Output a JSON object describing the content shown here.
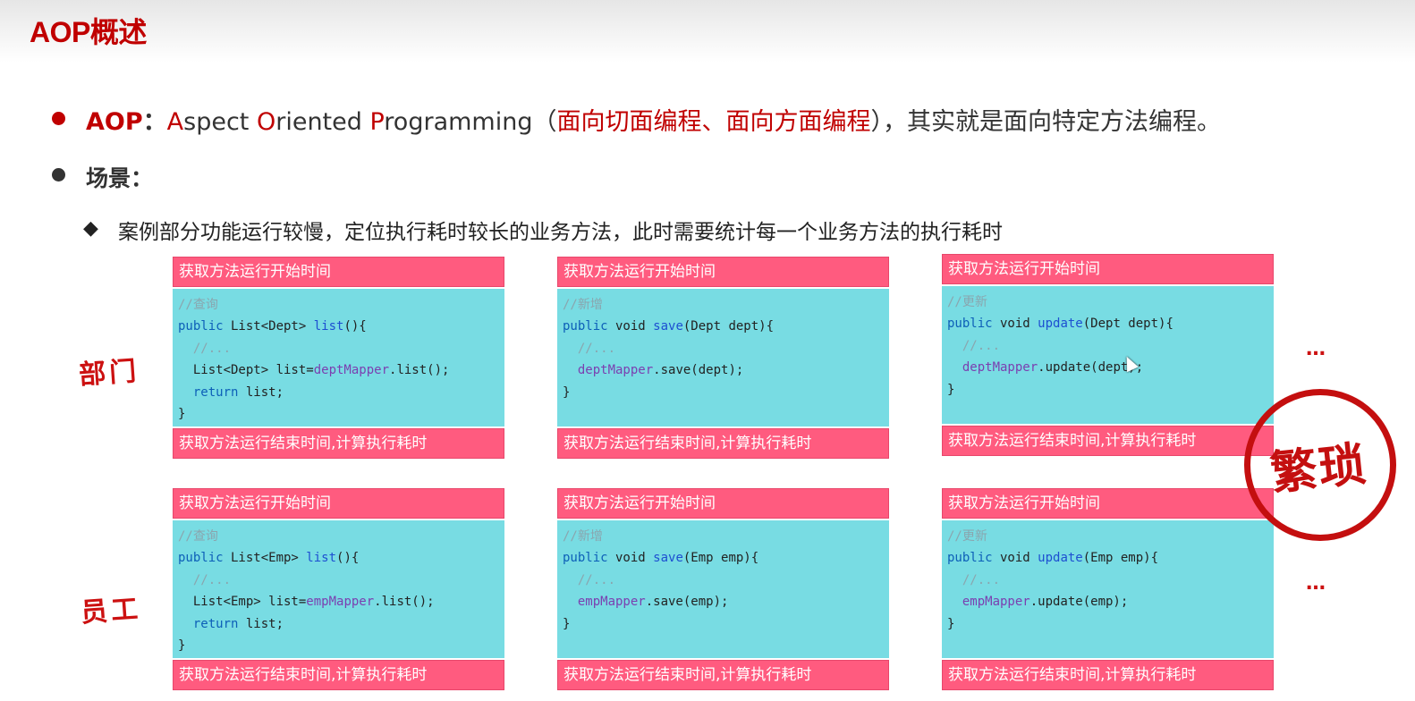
{
  "slide": {
    "title": "AOP概述",
    "bullet1": {
      "term": "AOP",
      "colon": "：",
      "a": "A",
      "a_rest": "spect ",
      "o": "O",
      "o_rest": "riented ",
      "p": "P",
      "p_rest": "rogramming",
      "paren_open": "（",
      "paren_text": "面向切面编程、面向方面编程",
      "paren_close": "）",
      "tail": "，其实就是面向特定方法编程。"
    },
    "bullet2": "场景：",
    "sub_bullet_marker": "◆",
    "sub_bullet": "案例部分功能运行较慢，定位执行耗时较长的业务方法，此时需要统计每一个业务方法的执行耗时"
  },
  "labels": {
    "dept": "部门",
    "emp": "员工",
    "ellipsis": "…",
    "stamp": "繁琐"
  },
  "card_header": "获取方法运行开始时间",
  "card_footer": "获取方法运行结束时间,计算执行耗时",
  "cards": {
    "dept_list": {
      "comment": "//查询",
      "l2_kw": "public",
      "l2_type": " List<Dept> ",
      "l2_fn": "list",
      "l2_rest": "(){",
      "l3": "  //...",
      "l4_a": "  List<Dept> list=",
      "l4_obj": "deptMapper",
      "l4_b": ".list();",
      "l5_kw": "  return",
      "l5_rest": " list;",
      "l6": "}"
    },
    "dept_save": {
      "comment": "//新增",
      "l2_kw": "public",
      "l2_type": " void ",
      "l2_fn": "save",
      "l2_rest": "(Dept dept){",
      "l3": "  //...",
      "l4_obj": "  deptMapper",
      "l4_b": ".save(dept);",
      "l5": "}"
    },
    "dept_update": {
      "comment": "//更新",
      "l2_kw": "public",
      "l2_type": " void ",
      "l2_fn": "update",
      "l2_rest": "(Dept dept){",
      "l3": "  //...",
      "l4_obj": "  deptMapper",
      "l4_b": ".update(dept);",
      "l5": "}"
    },
    "emp_list": {
      "comment": "//查询",
      "l2_kw": "public",
      "l2_type": " List<Emp> ",
      "l2_fn": "list",
      "l2_rest": "(){",
      "l3": "  //...",
      "l4_a": "  List<Emp> list=",
      "l4_obj": "empMapper",
      "l4_b": ".list();",
      "l5_kw": "  return",
      "l5_rest": " list;",
      "l6": "}"
    },
    "emp_save": {
      "comment": "//新增",
      "l2_kw": "public",
      "l2_type": " void ",
      "l2_fn": "save",
      "l2_rest": "(Emp emp){",
      "l3": "  //...",
      "l4_obj": "  empMapper",
      "l4_b": ".save(emp);",
      "l5": "}"
    },
    "emp_update": {
      "comment": "//更新",
      "l2_kw": "public",
      "l2_type": " void ",
      "l2_fn": "update",
      "l2_rest": "(Emp emp){",
      "l3": "  //...",
      "l4_obj": "  empMapper",
      "l4_b": ".update(emp);",
      "l5": "}"
    }
  },
  "colors": {
    "accent_red": "#c00000",
    "card_pink": "#ff5b7f",
    "card_cyan": "#78dce3"
  }
}
